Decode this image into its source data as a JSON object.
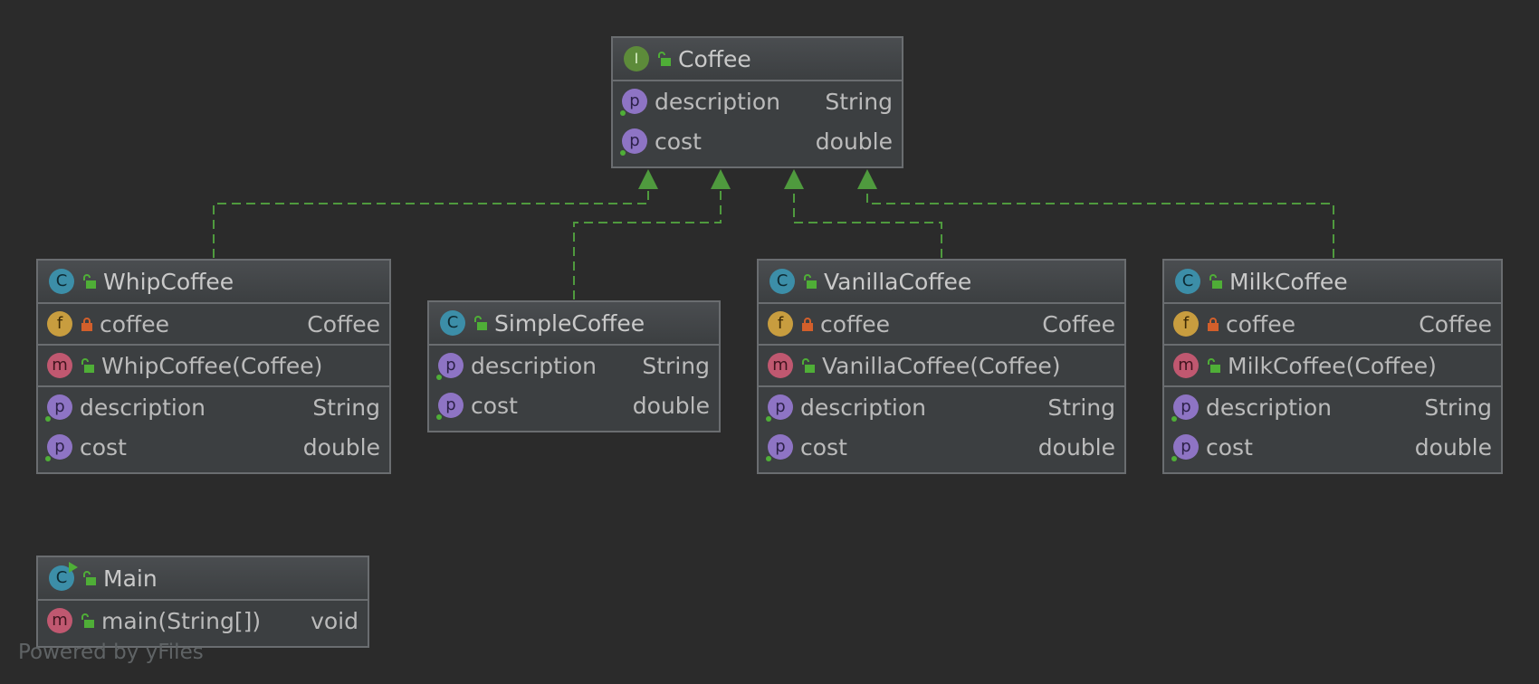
{
  "diagram_title": "",
  "colors": {
    "background": "#2b2b2b",
    "node_fill": "#3c3f41",
    "node_border": "#6a6d70",
    "edge": "#4f9a3e",
    "interface_badge": "#5d8b3a",
    "class_badge": "#3c8ea8",
    "property_badge": "#8e74c4",
    "field_badge": "#c89d3f",
    "method_badge": "#c05870",
    "private_lock": "#d35f2b",
    "public_lock": "#4fae37"
  },
  "nodes": {
    "coffee": {
      "kind_letter": "I",
      "kind": "interface",
      "name": "Coffee",
      "properties": [
        {
          "name": "description",
          "type": "String"
        },
        {
          "name": "cost",
          "type": "double"
        }
      ]
    },
    "whip": {
      "kind_letter": "C",
      "kind": "class",
      "name": "WhipCoffee",
      "fields": [
        {
          "name": "coffee",
          "type": "Coffee"
        }
      ],
      "constructors": [
        {
          "name": "WhipCoffee(Coffee)"
        }
      ],
      "properties": [
        {
          "name": "description",
          "type": "String"
        },
        {
          "name": "cost",
          "type": "double"
        }
      ]
    },
    "simple": {
      "kind_letter": "C",
      "kind": "class",
      "name": "SimpleCoffee",
      "properties": [
        {
          "name": "description",
          "type": "String"
        },
        {
          "name": "cost",
          "type": "double"
        }
      ]
    },
    "vanilla": {
      "kind_letter": "C",
      "kind": "class",
      "name": "VanillaCoffee",
      "fields": [
        {
          "name": "coffee",
          "type": "Coffee"
        }
      ],
      "constructors": [
        {
          "name": "VanillaCoffee(Coffee)"
        }
      ],
      "properties": [
        {
          "name": "description",
          "type": "String"
        },
        {
          "name": "cost",
          "type": "double"
        }
      ]
    },
    "milk": {
      "kind_letter": "C",
      "kind": "class",
      "name": "MilkCoffee",
      "fields": [
        {
          "name": "coffee",
          "type": "Coffee"
        }
      ],
      "constructors": [
        {
          "name": "MilkCoffee(Coffee)"
        }
      ],
      "properties": [
        {
          "name": "description",
          "type": "String"
        },
        {
          "name": "cost",
          "type": "double"
        }
      ]
    },
    "main": {
      "kind_letter": "C",
      "kind": "class",
      "name": "Main",
      "methods": [
        {
          "name": "main(String[])",
          "type": "void"
        }
      ]
    }
  },
  "edges": [
    {
      "from": "WhipCoffee",
      "to": "Coffee",
      "style": "dashed",
      "arrow": "implements"
    },
    {
      "from": "SimpleCoffee",
      "to": "Coffee",
      "style": "dashed",
      "arrow": "implements"
    },
    {
      "from": "VanillaCoffee",
      "to": "Coffee",
      "style": "dashed",
      "arrow": "implements"
    },
    {
      "from": "MilkCoffee",
      "to": "Coffee",
      "style": "dashed",
      "arrow": "implements"
    }
  ],
  "badge_letters": {
    "property": "p",
    "field": "f",
    "method": "m"
  },
  "footer": "Powered by yFiles"
}
